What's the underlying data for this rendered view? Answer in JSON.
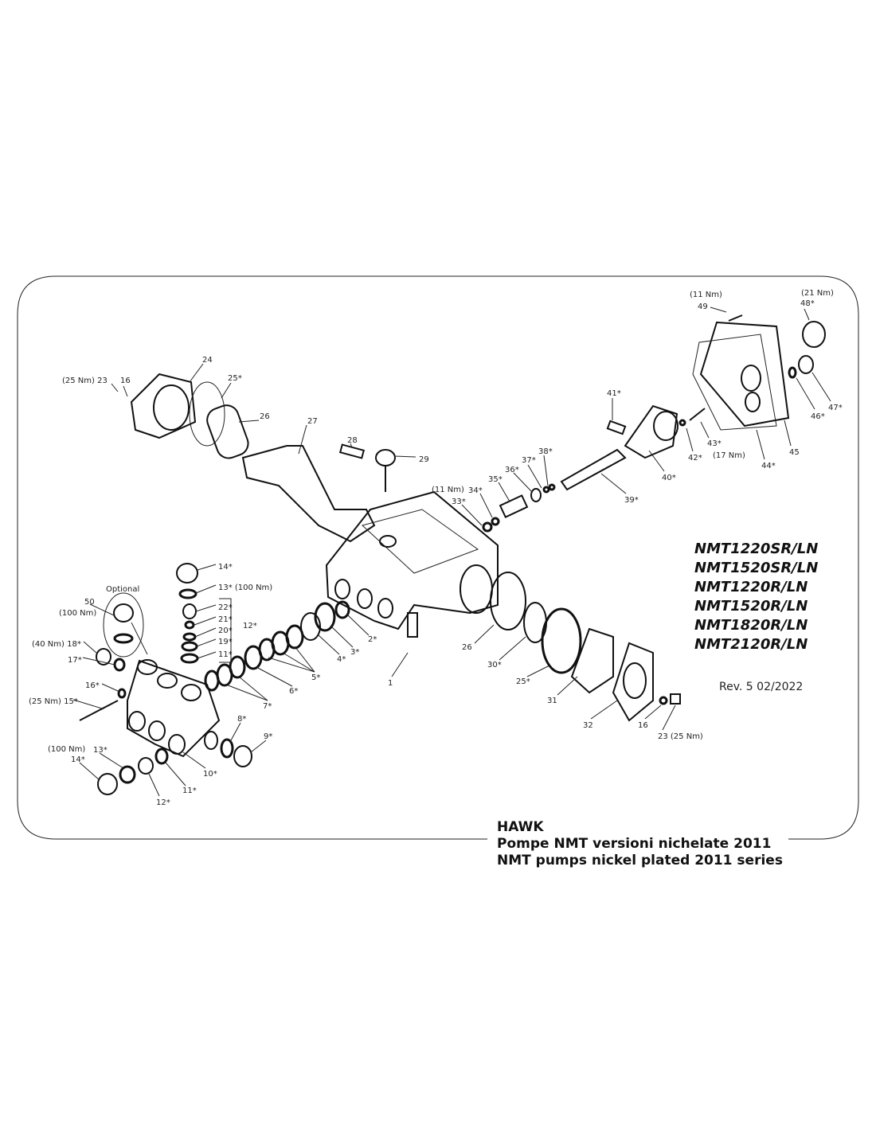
{
  "labels": [
    "(11 Nm)",
    "49",
    "(21 Nm)",
    "48*",
    "(25 Nm) 23",
    "16",
    "24",
    "25*",
    "26",
    "27",
    "28",
    "29",
    "41*",
    "40*",
    "42*",
    "43*",
    "(17 Nm)",
    "44*",
    "45",
    "46*",
    "47*",
    "38*",
    "37*",
    "36*",
    "35*",
    "34*",
    "(11 Nm)",
    "33*",
    "39*",
    "1",
    "2*",
    "3*",
    "4*",
    "5*",
    "6*",
    "7*",
    "26",
    "30*",
    "25*",
    "31",
    "32",
    "16",
    "23 (25 Nm)",
    "Optional",
    "50",
    "(100 Nm)",
    "(40 Nm) 18*",
    "17*",
    "16*",
    "(25 Nm) 15*",
    "14*",
    "13* (100 Nm)",
    "22*",
    "21*",
    "20*",
    "19*",
    "11*",
    "12*",
    "8*",
    "9*",
    "10*",
    "11*",
    "12*",
    "(100 Nm)",
    "13*",
    "14*"
  ],
  "models": [
    "NMT1220SR/LN",
    "NMT1520SR/LN",
    "NMT1220R/LN",
    "NMT1520R/LN",
    "NMT1820R/LN",
    "NMT2120R/LN"
  ],
  "revision": "Rev. 5 02/2022",
  "title": {
    "brand": "HAWK",
    "line_it": "Pompe NMT versioni nichelate 2011",
    "line_en": "NMT pumps nickel plated 2011 series"
  }
}
